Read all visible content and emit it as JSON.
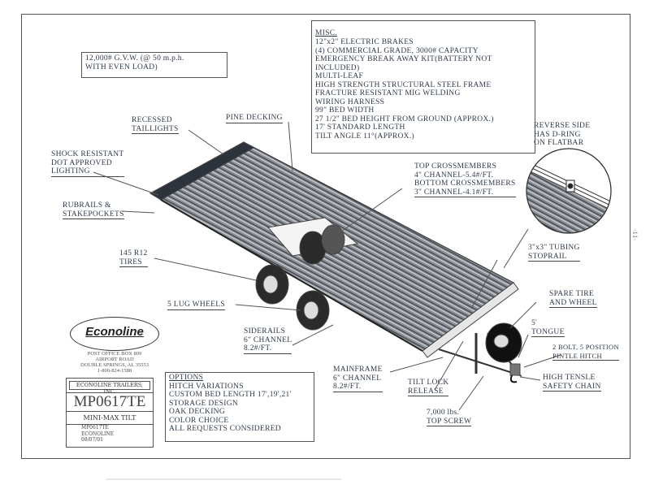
{
  "gvw_box": {
    "line1": "12,000# G.V.W. (@ 50 m.p.h.",
    "line2": "WITH EVEN LOAD)"
  },
  "misc": {
    "heading": "MISC.",
    "items": [
      "12\"x2\" ELECTRIC BRAKES",
      "(4) COMMERCIAL GRADE, 3000# CAPACITY",
      "EMERGENCY BREAK AWAY KIT(BATTERY NOT",
      "INCLUDED)",
      "MULTI-LEAF",
      "HIGH STRENGTH STRUCTURAL STEEL FRAME",
      "FRACTURE RESISTANT MIG WELDING",
      "WIRING HARNESS",
      "99\" BED WIDTH",
      "27 1/2\" BED HEIGHT FROM GROUND (APPROX.)",
      "17' STANDARD LENGTH",
      "TILT ANGLE 11°(APPROX.)"
    ]
  },
  "labels": {
    "recessed_taillights": [
      "RECESSED",
      "TAILLIGHTS"
    ],
    "pine_decking": "PINE DECKING",
    "shock_lighting": [
      "SHOCK RESISTANT",
      "DOT APPROVED",
      "LIGHTING"
    ],
    "rubrails": [
      "RUBRAILS &",
      "STAKEPOCKETS"
    ],
    "reverse_side": [
      "REVERSE SIDE",
      "HAS D-RING",
      "ON FLATBAR"
    ],
    "crossmembers": [
      "TOP CROSSMEMBERS",
      "4\" CHANNEL-5.4#/FT.",
      "BOTTOM CROSSMEMBERS",
      "3\" CHANNEL-4.1#/FT."
    ],
    "tires": [
      "145 R12",
      "TIRES"
    ],
    "tubing": [
      "3\"x3\" TUBING",
      "STOPRAIL"
    ],
    "lug_wheels": "5 LUG WHEELS",
    "spare": [
      "SPARE TIRE",
      "AND WHEEL"
    ],
    "tongue": [
      "5'",
      "TONGUE"
    ],
    "siderails": [
      "SIDERAILS",
      "6\" CHANNEL",
      "8.2#/FT."
    ],
    "pintle": [
      "2 BOLT, 5 POSITION",
      "PINTLE HITCH"
    ],
    "mainframe": [
      "MAINFRAME",
      "6\" CHANNEL",
      "8.2#/FT."
    ],
    "tilt_lock": [
      "TILT LOCK",
      "RELEASE"
    ],
    "safety_chain": [
      "HIGH TENSLE",
      "SAFETY CHAIN"
    ],
    "top_screw": [
      "7,000 lbs.",
      "TOP SCREW"
    ]
  },
  "logo": {
    "brand": "Econoline",
    "address": [
      "POST OFFICE BOX 809",
      "AIRPORT ROAD",
      "DOUBLE SPRINGS, AL 35553",
      "1-800-824-1588"
    ]
  },
  "title_block": {
    "company": "ECONOLINE TRAILERS, INC.",
    "model": "MP0617TE",
    "name": "MINI-MAX TILT",
    "rows": [
      "MP0617TE",
      "ECONOLINE",
      "08/07/01"
    ]
  },
  "options": {
    "heading": "OPTIONS",
    "items": [
      "HITCH VARIATIONS",
      "CUSTOM BED LENGTH 17',19',21'",
      "STORAGE DESIGN",
      "OAK DECKING",
      "COLOR CHOICE",
      "ALL REQUESTS CONSIDERED"
    ]
  },
  "page_mark": "-11-"
}
